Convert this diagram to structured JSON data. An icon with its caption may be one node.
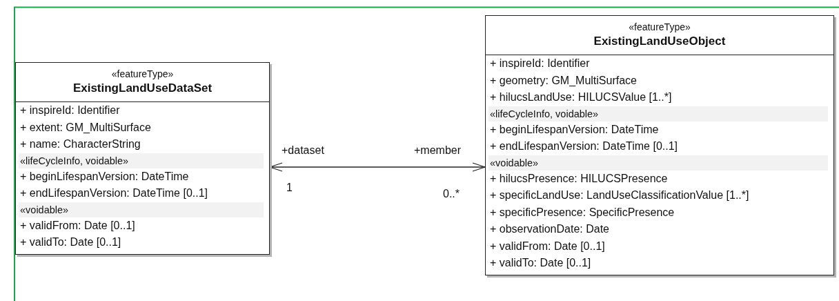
{
  "diagram": {
    "nodes": [
      {
        "text": [
          "«featureType»",
          "ExistingLandUseDataSet",
          "+ inspireId: Identifier",
          "+ extent: GM_MultiSurface",
          "+ name: CharacterString",
          "«lifeCycleInfo, voidable»",
          "+ beginLifespanVersion: DateTime",
          "+ endLifespanVersion: DateTime [0..1]",
          "«voidable»",
          "+ validFrom: Date [0..1]",
          "+ validTo: Date [0..1]"
        ]
      },
      {
        "text": [
          "«featureType»",
          "ExistingLandUseObject",
          "+ inspireId: Identifier",
          "+ geometry: GM_MultiSurface",
          "+ hilucsLandUse: HILUCSValue [1..*]",
          "«lifeCycleInfo, voidable»",
          "+ beginLifespanVersion: DateTime",
          "+ endLifespanVersion: DateTime [0..1]",
          "«voidable»",
          "+ hilucsPresence: HILUCSPresence",
          "+ specificLandUse: LandUseClassificationValue [1..*]",
          "+ specificPresence: SpecificPresence",
          "+ observationDate: Date",
          "+ validFrom: Date [0..1]",
          "+ validTo: Date [0..1]"
        ]
      }
    ],
    "edges": [
      {
        "from": 0,
        "to": 1,
        "arrow": "both"
      }
    ],
    "labels": [
      "+dataset",
      "+member",
      "1",
      "0..*"
    ]
  }
}
